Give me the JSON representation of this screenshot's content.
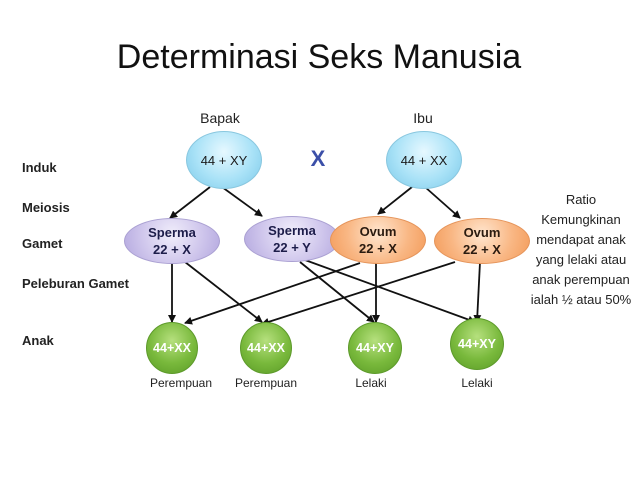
{
  "title": "Determinasi Seks Manusia",
  "parents": {
    "father_label": "Bapak",
    "mother_label": "Ibu",
    "cross_symbol": "X"
  },
  "stages": [
    "Induk",
    "Meiosis",
    "Gamet",
    "Peleburan Gamet",
    "Anak"
  ],
  "nodes": {
    "father": "44 + XY",
    "mother": "44 + XX",
    "sperm1": {
      "name": "Sperma",
      "formula": "22 + X"
    },
    "sperm2": {
      "name": "Sperma",
      "formula": "22 + Y"
    },
    "ovum1": {
      "name": "Ovum",
      "formula": "22 + X"
    },
    "ovum2": {
      "name": "Ovum",
      "formula": "22 + X"
    },
    "children": [
      "44+XX",
      "44+XX",
      "44+XY",
      "44+XY"
    ],
    "children_sex": [
      "Perempuan",
      "Perempuan",
      "Lelaki",
      "Lelaki"
    ]
  },
  "ratio_text": "Ratio Kemungkinan mendapat anak yang lelaki atau anak perempuan ialah ½  atau 50%",
  "colors": {
    "parent": "#a9e2f7",
    "sperm": "#cfc6ec",
    "ovum": "#f9b784",
    "child": "#79b93c",
    "cross": "#3b4fa8"
  }
}
